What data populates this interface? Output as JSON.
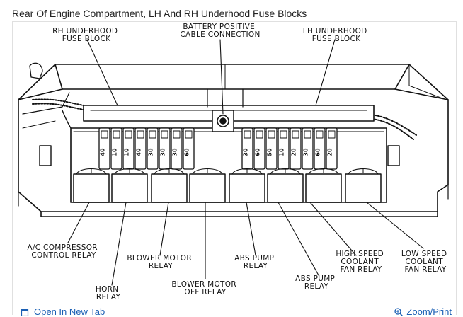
{
  "title": "Rear Of Engine Compartment, LH And RH Underhood Fuse Blocks",
  "labels": {
    "rh_fuse_block": [
      "RH UNDERHOOD",
      "FUSE BLOCK"
    ],
    "battery_positive": [
      "BATTERY POSITIVE",
      "CABLE CONNECTION"
    ],
    "lh_fuse_block": [
      "LH UNDERHOOD",
      "FUSE BLOCK"
    ],
    "ac_compressor": [
      "A/C COMPRESSOR",
      "CONTROL RELAY"
    ],
    "blower_motor": [
      "BLOWER MOTOR",
      "RELAY"
    ],
    "abs_pump_1": [
      "ABS PUMP",
      "RELAY"
    ],
    "high_speed_fan": [
      "HIGH SPEED",
      "COOLANT",
      "FAN RELAY"
    ],
    "low_speed_fan": [
      "LOW SPEED",
      "COOLANT",
      "FAN RELAY"
    ],
    "horn": [
      "HORN",
      "RELAY"
    ],
    "blower_motor_off": [
      "BLOWER MOTOR",
      "OFF RELAY"
    ],
    "abs_pump_2": [
      "ABS PUMP",
      "RELAY"
    ]
  },
  "fuses_left": [
    "40",
    "10",
    "10",
    "40",
    "30",
    "30",
    "30",
    "60"
  ],
  "fuses_right": [
    "30",
    "60",
    "50",
    "10",
    "20",
    "30",
    "60",
    "20"
  ],
  "footer": {
    "open_new_tab": "Open In New Tab",
    "zoom_print": "Zoom/Print"
  },
  "colors": {
    "link": "#1a5fb4",
    "ink": "#111111"
  }
}
